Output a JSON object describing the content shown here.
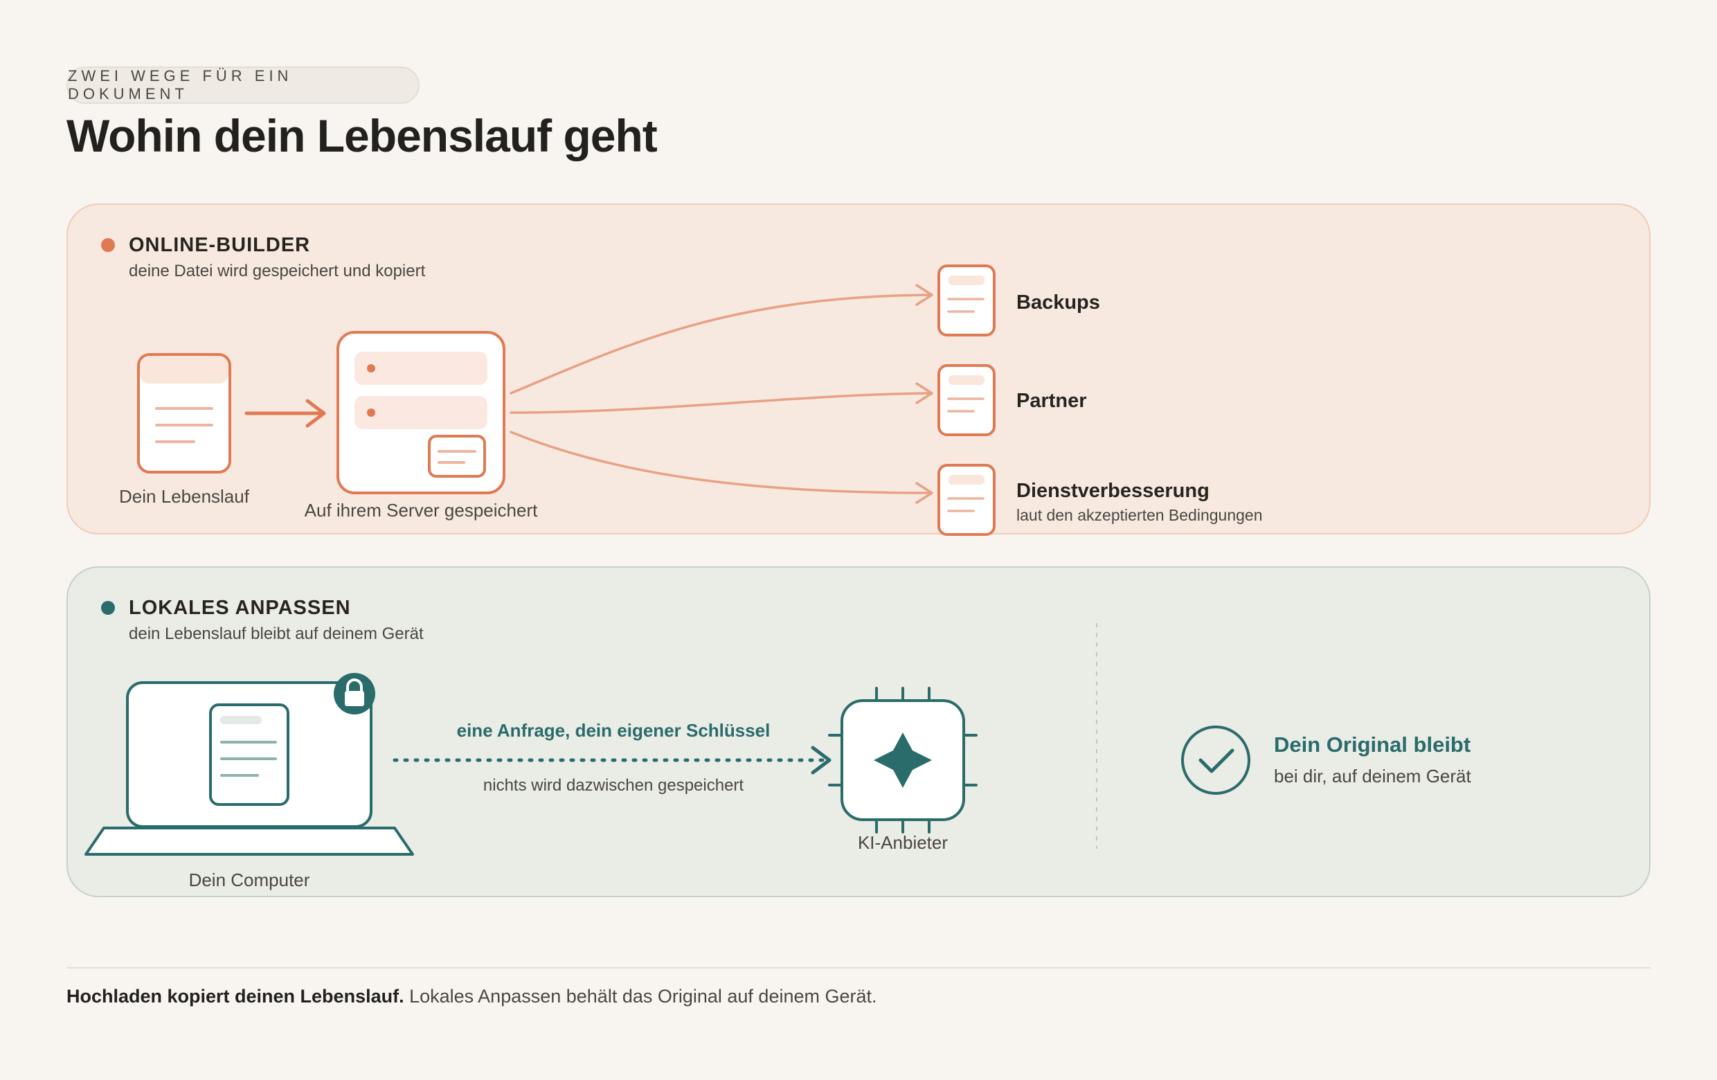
{
  "header": {
    "eyebrow": "ZWEI WEGE FÜR EIN DOKUMENT",
    "title": "Wohin dein Lebenslauf geht"
  },
  "online": {
    "title": "ONLINE-BUILDER",
    "subtitle": "deine Datei wird gespeichert und kopiert",
    "resume_label": "Dein Lebenslauf",
    "server_label": "Auf ihrem Server gespeichert",
    "destinations": [
      {
        "label": "Backups",
        "note": ""
      },
      {
        "label": "Partner",
        "note": ""
      },
      {
        "label": "Dienstverbesserung",
        "note": "laut den akzeptierten Bedingungen"
      }
    ],
    "accent": "#e07a52",
    "arrow_color": "#e8a184"
  },
  "local": {
    "title": "LOKALES ANPASSEN",
    "subtitle": "dein Lebenslauf bleibt auf deinem Gerät",
    "computer_label": "Dein Computer",
    "request_label": "eine Anfrage, dein eigener Schlüssel",
    "request_note": "nichts wird dazwischen gespeichert",
    "ai_label": "KI-Anbieter",
    "result_title": "Dein Original bleibt",
    "result_note": "bei dir, auf deinem Gerät",
    "accent": "#2a6b6b"
  },
  "footer": {
    "bold": "Hochladen kopiert deinen Lebenslauf.",
    "text": " Lokales Anpassen behält das Original auf deinem Gerät."
  },
  "icons": [
    "document-icon",
    "server-icon",
    "lock-icon",
    "laptop-icon",
    "chip-icon",
    "sparkle-icon",
    "check-icon"
  ]
}
